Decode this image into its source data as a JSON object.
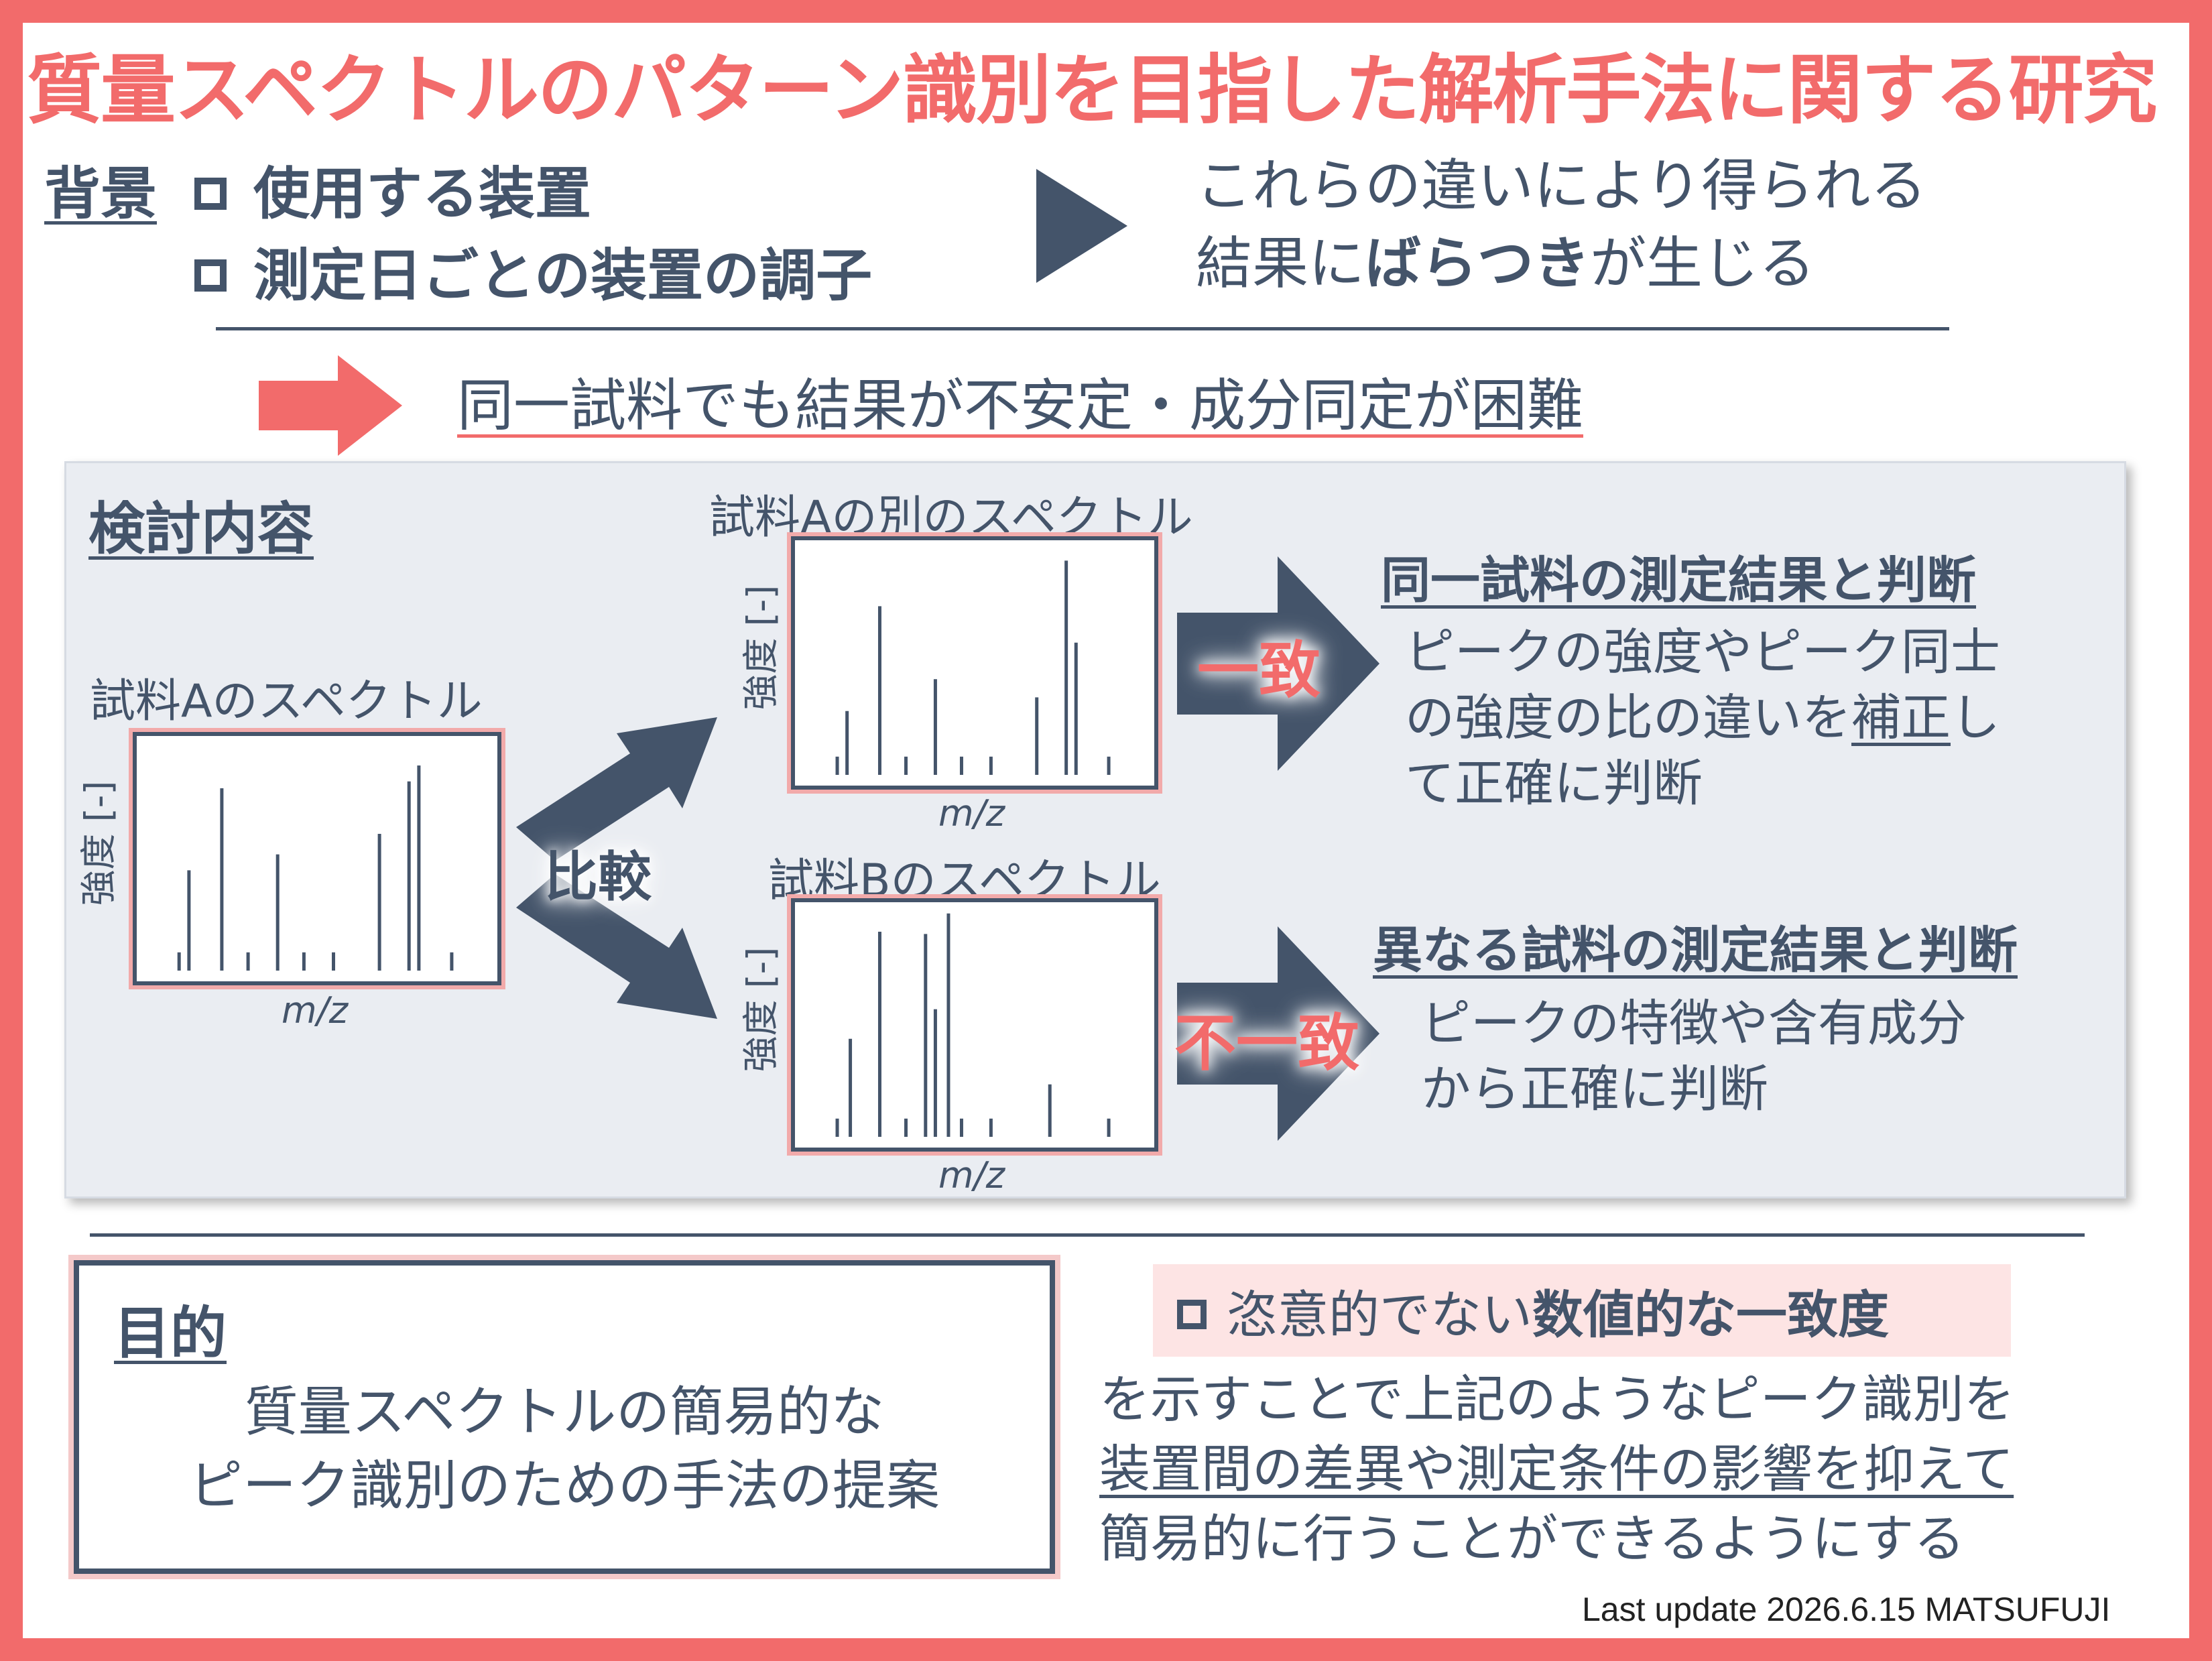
{
  "title": "質量スペクトルのパターン識別を目指した解析手法に関する研究",
  "background": {
    "label": "背景",
    "items": [
      "使用する装置",
      "測定日ごとの装置の調子"
    ],
    "result_line1": "これらの違いにより得られる",
    "result_line2_pre": "結果に",
    "result_line2_bold": "ばらつき",
    "result_line2_post": "が生じる"
  },
  "problem": "同一試料でも結果が不安定・成分同定が困難",
  "study": {
    "label": "検討内容",
    "compare_label": "比較",
    "chart_a": {
      "title": "試料Aのスペクトル",
      "ylabel": "強度 [-]",
      "xlabel": "m/z"
    },
    "chart_a2": {
      "title": "試料Aの別のスペクトル",
      "ylabel": "強度 [-]",
      "xlabel": "m/z"
    },
    "chart_b": {
      "title": "試料Bのスペクトル",
      "ylabel": "強度 [-]",
      "xlabel": "m/z"
    },
    "match_label": "一致",
    "mismatch_label": "不一致",
    "same_heading": "同一試料の測定結果と判断",
    "same_body_line1": "ピークの強度やピーク同士",
    "same_body_line2_pre": "の強度の比の違いを",
    "same_body_line2_ul": "補正",
    "same_body_line2_post": "し",
    "same_body_line3": "て正確に判断",
    "diff_heading": "異なる試料の測定結果と判断",
    "diff_body_line1": "ピークの特徴や含有成分",
    "diff_body_line2": "から正確に判断"
  },
  "purpose": {
    "label": "目的",
    "line1": "質量スペクトルの簡易的な",
    "line2": "ピーク識別のための手法の提案"
  },
  "goal": {
    "highlight_pre": "恣意的でない",
    "highlight_bold": "数値的な一致度",
    "line1": "を示すことで上記のようなピーク識別を",
    "line2": "装置間の差異や測定条件の影響を抑えて",
    "line3": "簡易的に行うことができるようにする"
  },
  "footer": "Last update 2026.6.15 MATSUFUJI",
  "colors": {
    "accent": "#f26b6b",
    "text": "#44546a",
    "panel": "#eaedf2"
  },
  "chart_data": [
    {
      "type": "bar",
      "title": "試料Aのスペクトル",
      "xlabel": "m/z",
      "ylabel": "強度 [-]",
      "x": [
        0.08,
        0.11,
        0.21,
        0.29,
        0.38,
        0.46,
        0.55,
        0.69,
        0.78,
        0.81,
        0.91
      ],
      "values": [
        0.08,
        0.44,
        0.8,
        0.08,
        0.51,
        0.08,
        0.08,
        0.6,
        0.83,
        0.9,
        0.08
      ],
      "ylim": [
        0,
        1
      ]
    },
    {
      "type": "bar",
      "title": "試料Aの別のスペクトル",
      "xlabel": "m/z",
      "ylabel": "強度 [-]",
      "x": [
        0.08,
        0.11,
        0.21,
        0.29,
        0.38,
        0.46,
        0.55,
        0.69,
        0.78,
        0.81,
        0.91
      ],
      "values": [
        0.08,
        0.28,
        0.74,
        0.08,
        0.42,
        0.08,
        0.08,
        0.34,
        0.94,
        0.58,
        0.08
      ],
      "ylim": [
        0,
        1
      ]
    },
    {
      "type": "bar",
      "title": "試料Bのスペクトル",
      "xlabel": "m/z",
      "ylabel": "強度 [-]",
      "x": [
        0.08,
        0.12,
        0.21,
        0.29,
        0.35,
        0.38,
        0.42,
        0.46,
        0.55,
        0.73,
        0.91
      ],
      "values": [
        0.08,
        0.43,
        0.9,
        0.08,
        0.89,
        0.56,
        0.98,
        0.08,
        0.08,
        0.23,
        0.08
      ],
      "ylim": [
        0,
        1
      ]
    }
  ]
}
